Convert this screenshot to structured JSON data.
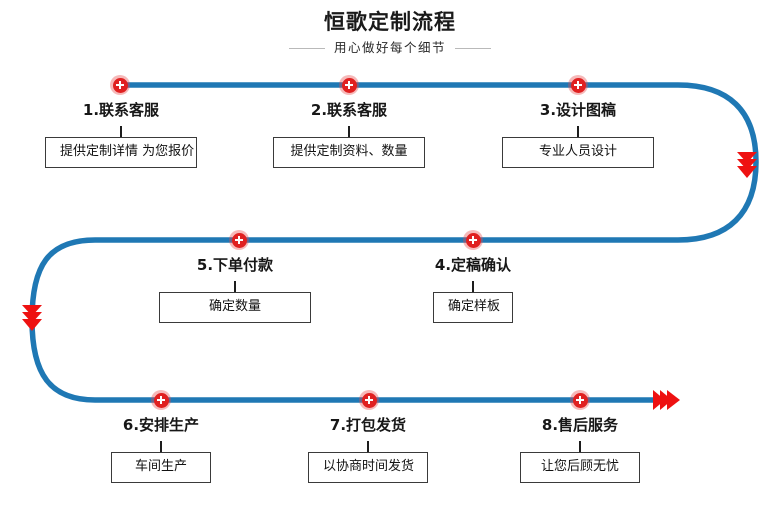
{
  "header": {
    "title": "恒歌定制流程",
    "subtitle": "用心做好每个细节"
  },
  "colors": {
    "line": "#1f78b4",
    "arrow": "#ee1111",
    "marker": "#e02020",
    "marker_halo": "rgba(231,70,70,0.38)",
    "box_border": "#3a3a3a",
    "text": "#171717"
  },
  "steps": [
    {
      "title": "1.联系客服",
      "detail": "提供定制详情 为您报价"
    },
    {
      "title": "2.联系客服",
      "detail": "提供定制资料、数量"
    },
    {
      "title": "3.设计图稿",
      "detail": "专业人员设计"
    },
    {
      "title": "4.定稿确认",
      "detail": "确定样板"
    },
    {
      "title": "5.下单付款",
      "detail": "确定数量"
    },
    {
      "title": "6.安排生产",
      "detail": "车间生产"
    },
    {
      "title": "7.打包发货",
      "detail": "以协商时间发货"
    },
    {
      "title": "8.售后服务",
      "detail": "让您后顾无忧"
    }
  ],
  "arrows": [
    {
      "name": "arrow-right-turn-down",
      "direction": "down"
    },
    {
      "name": "arrow-left-turn-down",
      "direction": "down"
    },
    {
      "name": "arrow-flow-end",
      "direction": "right"
    }
  ]
}
